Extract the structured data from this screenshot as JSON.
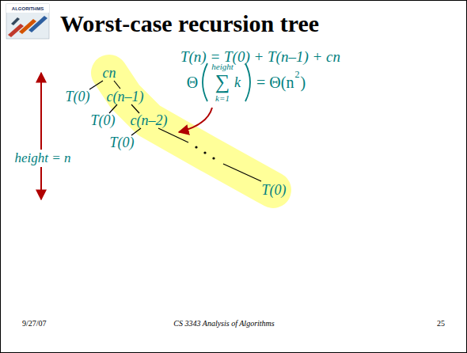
{
  "diagram": {
    "title": "Worst-case recursion tree",
    "labels": [
      "ALGORITHMS",
      "T(n) = T(0) + T(n–1) + cn",
      "cn",
      "T(0)",
      "c(n–1)",
      "T(0)",
      "c(n–2)",
      "T(0)",
      "T(0)",
      "Θ",
      "height",
      "∑",
      "k=1",
      "k",
      "= Θ(n",
      "2",
      ")",
      "height = n",
      "9/27/07",
      "CS 3343 Analysis of Algorithms",
      "25"
    ]
  }
}
